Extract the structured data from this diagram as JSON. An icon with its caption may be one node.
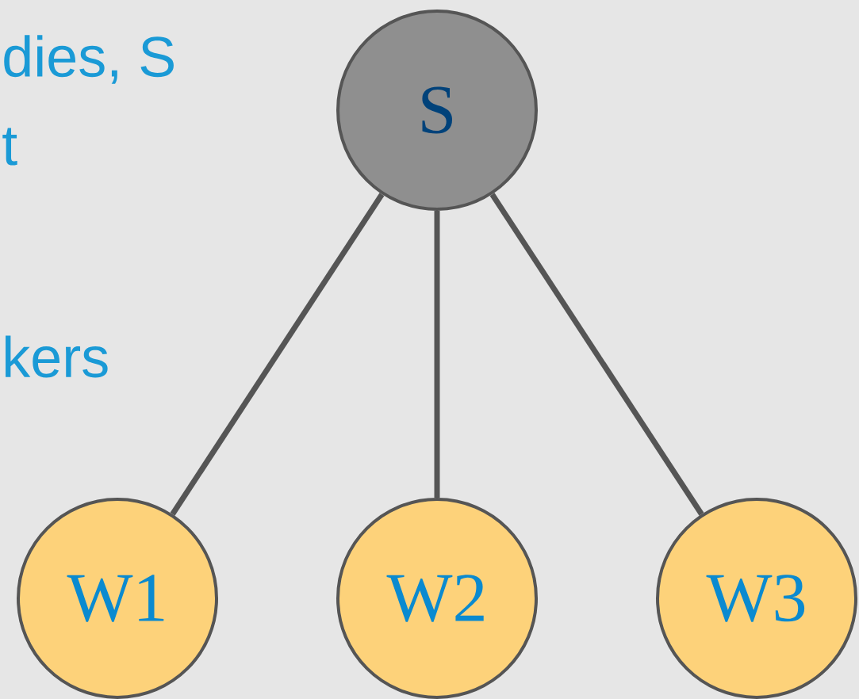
{
  "diagram": {
    "nodes": [
      {
        "text": [
          "S"
        ]
      },
      {
        "text": [
          "W1"
        ]
      },
      {
        "text": [
          "W2"
        ]
      },
      {
        "text": [
          "W3"
        ]
      }
    ],
    "edges": [
      {
        "from": 0,
        "to": 1,
        "arrow": "none"
      },
      {
        "from": 0,
        "to": 2,
        "arrow": "none"
      },
      {
        "from": 0,
        "to": 3,
        "arrow": "none"
      }
    ],
    "labels": [
      "dies, S",
      "t",
      "kers"
    ]
  }
}
